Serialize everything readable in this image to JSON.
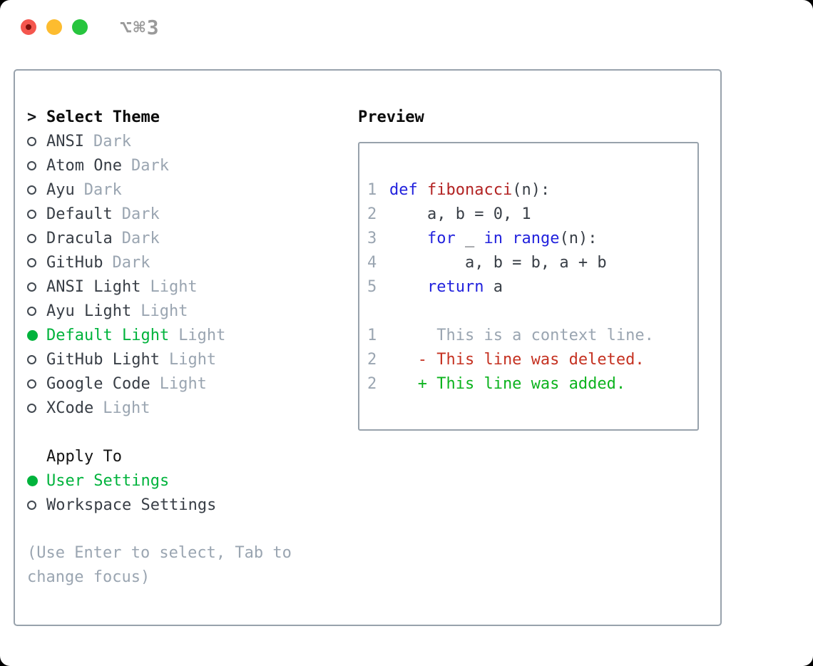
{
  "titlebar": {
    "shortcut": "⌥⌘3"
  },
  "colors": {
    "green": "#00b33c",
    "keyword": "#2222dd",
    "function": "#b22222",
    "deleted": "#c53222",
    "added": "#0cb31e",
    "muted": "#9aa5b1",
    "text": "#383e46",
    "border": "#98a2ac",
    "header": "#0b0b0b",
    "traffic_red": "#f4564e",
    "traffic_yellow": "#fdbc2f",
    "traffic_green": "#27c53e"
  },
  "theme_picker": {
    "marker": ">",
    "title": "Select Theme",
    "items": [
      {
        "name": "ANSI",
        "variant": "Dark",
        "selected": false
      },
      {
        "name": "Atom One",
        "variant": "Dark",
        "selected": false
      },
      {
        "name": "Ayu",
        "variant": "Dark",
        "selected": false
      },
      {
        "name": "Default",
        "variant": "Dark",
        "selected": false
      },
      {
        "name": "Dracula",
        "variant": "Dark",
        "selected": false
      },
      {
        "name": "GitHub",
        "variant": "Dark",
        "selected": false
      },
      {
        "name": "ANSI Light",
        "variant": "Light",
        "selected": false
      },
      {
        "name": "Ayu Light",
        "variant": "Light",
        "selected": false
      },
      {
        "name": "Default Light",
        "variant": "Light",
        "selected": true
      },
      {
        "name": "GitHub Light",
        "variant": "Light",
        "selected": false
      },
      {
        "name": "Google Code",
        "variant": "Light",
        "selected": false
      },
      {
        "name": "XCode",
        "variant": "Light",
        "selected": false
      }
    ]
  },
  "apply_to": {
    "title": "Apply To",
    "options": [
      {
        "label": "User Settings",
        "selected": true
      },
      {
        "label": "Workspace Settings",
        "selected": false
      }
    ]
  },
  "help_text": "(Use Enter to select, Tab to change focus)",
  "preview": {
    "title": "Preview",
    "lines": [
      {
        "num": "1",
        "tokens": [
          {
            "text": "def ",
            "style": "keyword"
          },
          {
            "text": "fibonacci",
            "style": "function"
          },
          {
            "text": "(n):",
            "style": "plain"
          }
        ]
      },
      {
        "num": "2",
        "tokens": [
          {
            "text": "    a, b = 0, 1",
            "style": "plain"
          }
        ]
      },
      {
        "num": "3",
        "tokens": [
          {
            "text": "    ",
            "style": "plain"
          },
          {
            "text": "for",
            "style": "keyword"
          },
          {
            "text": " _ ",
            "style": "plain"
          },
          {
            "text": "in",
            "style": "keyword"
          },
          {
            "text": " ",
            "style": "plain"
          },
          {
            "text": "range",
            "style": "keyword"
          },
          {
            "text": "(n):",
            "style": "plain"
          }
        ]
      },
      {
        "num": "4",
        "tokens": [
          {
            "text": "        a, b = b, a + b",
            "style": "plain"
          }
        ]
      },
      {
        "num": "5",
        "tokens": [
          {
            "text": "    ",
            "style": "plain"
          },
          {
            "text": "return",
            "style": "keyword"
          },
          {
            "text": " a",
            "style": "plain"
          }
        ]
      },
      {
        "num": "",
        "tokens": []
      },
      {
        "num": "1",
        "tokens": [
          {
            "text": "     This is a context line.",
            "style": "context"
          }
        ]
      },
      {
        "num": "2",
        "tokens": [
          {
            "text": "   - This line was deleted.",
            "style": "deleted"
          }
        ]
      },
      {
        "num": "2",
        "tokens": [
          {
            "text": "   + This line was added.",
            "style": "added"
          }
        ]
      }
    ]
  }
}
